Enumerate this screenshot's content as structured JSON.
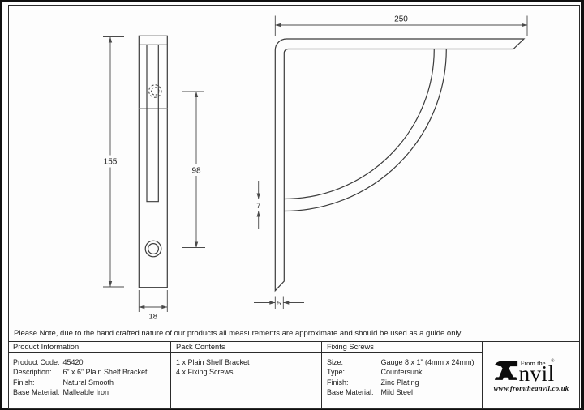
{
  "drawing": {
    "front_view": {
      "height": "155",
      "hole_spacing": "98",
      "width": "18"
    },
    "side_view": {
      "depth": "250",
      "brace_thickness": "7",
      "plate_thickness": "5"
    }
  },
  "note": "Please Note, due to the hand crafted nature of our products all measurements are approximate and should be used as a guide only.",
  "table": {
    "product_information": {
      "header": "Product Information",
      "rows": [
        {
          "label": "Product Code:",
          "value": "45420"
        },
        {
          "label": "Description:",
          "value": "6” x 6” Plain Shelf Bracket"
        },
        {
          "label": "Finish:",
          "value": "Natural Smooth"
        },
        {
          "label": "Base Material:",
          "value": "Malleable Iron"
        }
      ]
    },
    "pack_contents": {
      "header": "Pack Contents",
      "items": [
        "1 x Plain Shelf Bracket",
        "4 x Fixing Screws"
      ]
    },
    "fixing_screws": {
      "header": "Fixing Screws",
      "rows": [
        {
          "label": "Size:",
          "value": "Gauge 8 x 1” (4mm x 24mm)"
        },
        {
          "label": "Type:",
          "value": "Countersunk"
        },
        {
          "label": "Finish:",
          "value": "Zinc Plating"
        },
        {
          "label": "Base Material:",
          "value": "Mild Steel"
        }
      ]
    }
  },
  "logo": {
    "from_the": "From the",
    "anvil_suffix": "nvil",
    "registered": "®",
    "website": "www.fromtheanvil.co.uk"
  },
  "colors": {
    "line": "#3b3b3b",
    "dim_line": "#4a4a4a",
    "text": "#1c1c1c"
  }
}
